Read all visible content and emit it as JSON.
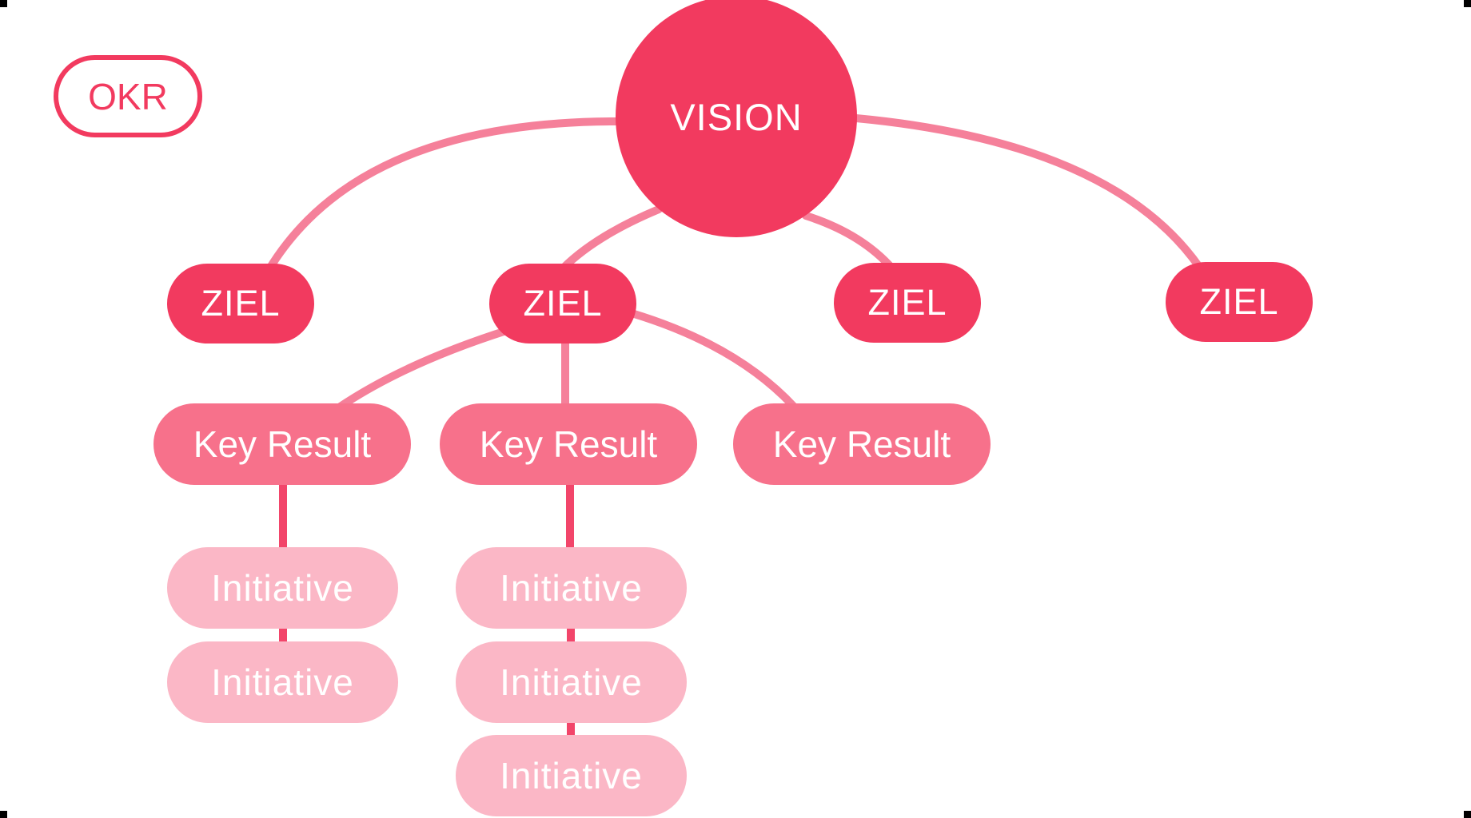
{
  "colors": {
    "primary": "#F23A5F",
    "key-result": "#F7718B",
    "initiative": "#FBB7C6",
    "connector": "#F5809A",
    "connector-strong": "#F2456A",
    "node-text": "#FFFFFF",
    "corner-mark": "#000000",
    "background": "#FFFFFF"
  },
  "badge": {
    "label": "OKR"
  },
  "diagram": {
    "vision": {
      "label": "VISION"
    },
    "goals": [
      {
        "label": "ZIEL"
      },
      {
        "label": "ZIEL"
      },
      {
        "label": "ZIEL"
      },
      {
        "label": "ZIEL"
      }
    ],
    "key_results": [
      {
        "label": "Key Result"
      },
      {
        "label": "Key Result"
      },
      {
        "label": "Key Result"
      }
    ],
    "initiatives": {
      "column_1": [
        {
          "label": "Initiative"
        },
        {
          "label": "Initiative"
        }
      ],
      "column_2": [
        {
          "label": "Initiative"
        },
        {
          "label": "Initiative"
        },
        {
          "label": "Initiative"
        }
      ]
    }
  }
}
